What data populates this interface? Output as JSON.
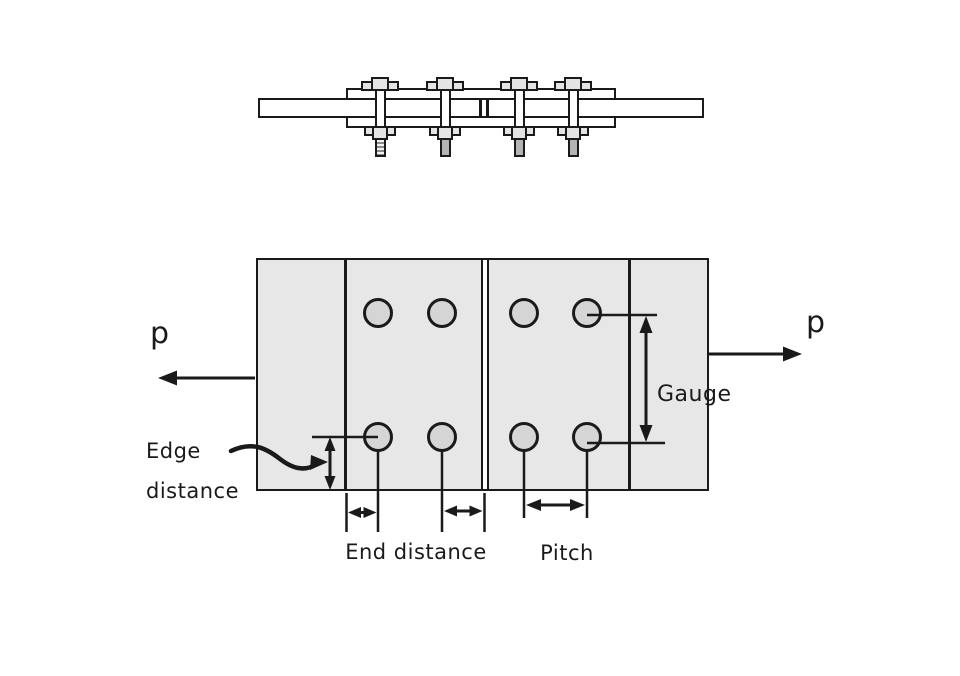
{
  "diagram": {
    "subject": "bolted-butt-joint-connection",
    "views": {
      "elevation": {
        "bolt_count": 4,
        "cover_plates": 2,
        "main_plates": 2
      },
      "plan": {
        "bolt_hole_rows": 2,
        "bolt_hole_columns": 4,
        "bolt_hole_count": 8
      }
    }
  },
  "labels": {
    "force_left": "p",
    "force_right": "p",
    "gauge": "Gauge",
    "edge_distance_line1": "Edge",
    "edge_distance_line2": "distance",
    "end_distance": "End distance",
    "pitch": "Pitch"
  },
  "colors": {
    "line": "#1a1a1a",
    "plate": "#e7e7e7",
    "hole": "#d5d5d5",
    "metal": "#e4e4e4",
    "stud": "#b4b4b4",
    "bg": "#ffffff"
  }
}
